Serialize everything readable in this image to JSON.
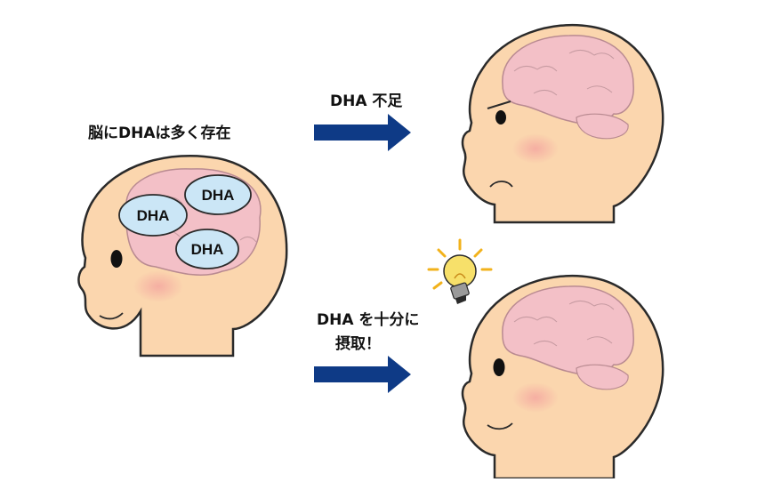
{
  "labels": {
    "brain_text": "脳にDHAは多く存在",
    "deficient_text": "DHA 不足",
    "sufficient_line1": "DHA を十分に",
    "sufficient_line2": "摂取！"
  },
  "bubbles": [
    "DHA",
    "DHA",
    "DHA"
  ],
  "colors": {
    "skin": "#FBD6AE",
    "outline": "#2a2a2a",
    "brain": "#F3C0C7",
    "brain_stroke": "#b98a91",
    "bubble": "#CBE6F6",
    "arrow": "#0E3A86",
    "cheek": "#F4A7A0",
    "bulb": "#F7E06A",
    "rays": "#F2B21B"
  },
  "icons": [
    "lightbulb-icon",
    "right-arrow-icon"
  ]
}
